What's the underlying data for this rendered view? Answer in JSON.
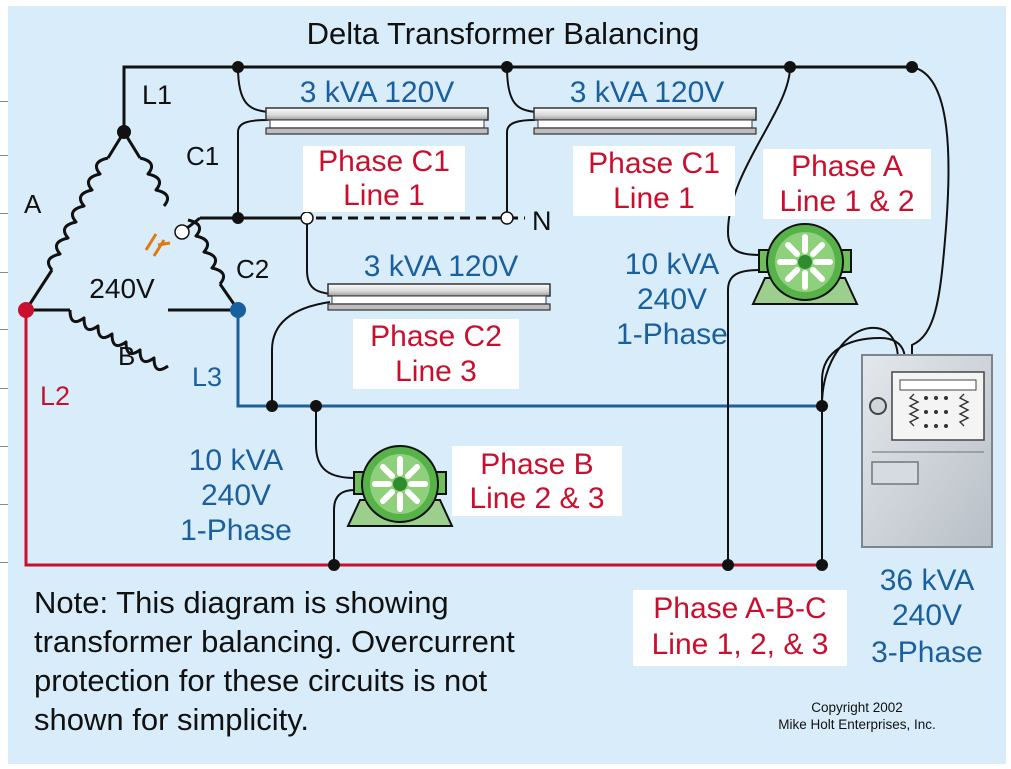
{
  "title": "Delta Transformer Balancing",
  "colors": {
    "background": "#d9ecfa",
    "wire_black": "#111111",
    "wire_red": "#c8102e",
    "wire_blue": "#1a5f9e",
    "label_red": "#c8102e",
    "label_blue": "#1a5f9e",
    "motor_green": "#3fae3f"
  },
  "transformer": {
    "winding_a": "A",
    "winding_b": "B",
    "tap_c1": "C1",
    "tap_c2": "C2",
    "voltage": "240V"
  },
  "lines": {
    "l1": "L1",
    "l2": "L2",
    "l3": "L3",
    "neutral": "N"
  },
  "loads": {
    "lighting_1": {
      "rating": "3 kVA 120V",
      "phase": "Phase C1",
      "line": "Line 1"
    },
    "lighting_2": {
      "rating": "3 kVA 120V",
      "phase": "Phase C1",
      "line": "Line 1"
    },
    "lighting_3": {
      "rating": "3 kVA 120V",
      "phase": "Phase C2",
      "line": "Line 3"
    },
    "motor_a": {
      "rating_kva": "10 kVA",
      "rating_v": "240V",
      "rating_type": "1-Phase",
      "phase": "Phase A",
      "line": "Line 1 & 2"
    },
    "motor_b": {
      "rating_kva": "10 kVA",
      "rating_v": "240V",
      "rating_type": "1-Phase",
      "phase": "Phase B",
      "line": "Line 2 & 3"
    },
    "panel": {
      "rating_kva": "36 kVA",
      "rating_v": "240V",
      "rating_type": "3-Phase",
      "phase": "Phase A-B-C",
      "line": "Line 1, 2, & 3"
    }
  },
  "note": [
    "Note: This diagram is showing",
    "transformer balancing. Overcurrent",
    "protection for these circuits is not",
    "shown for simplicity."
  ],
  "copyright": [
    "Copyright 2002",
    "Mike Holt Enterprises, Inc."
  ]
}
